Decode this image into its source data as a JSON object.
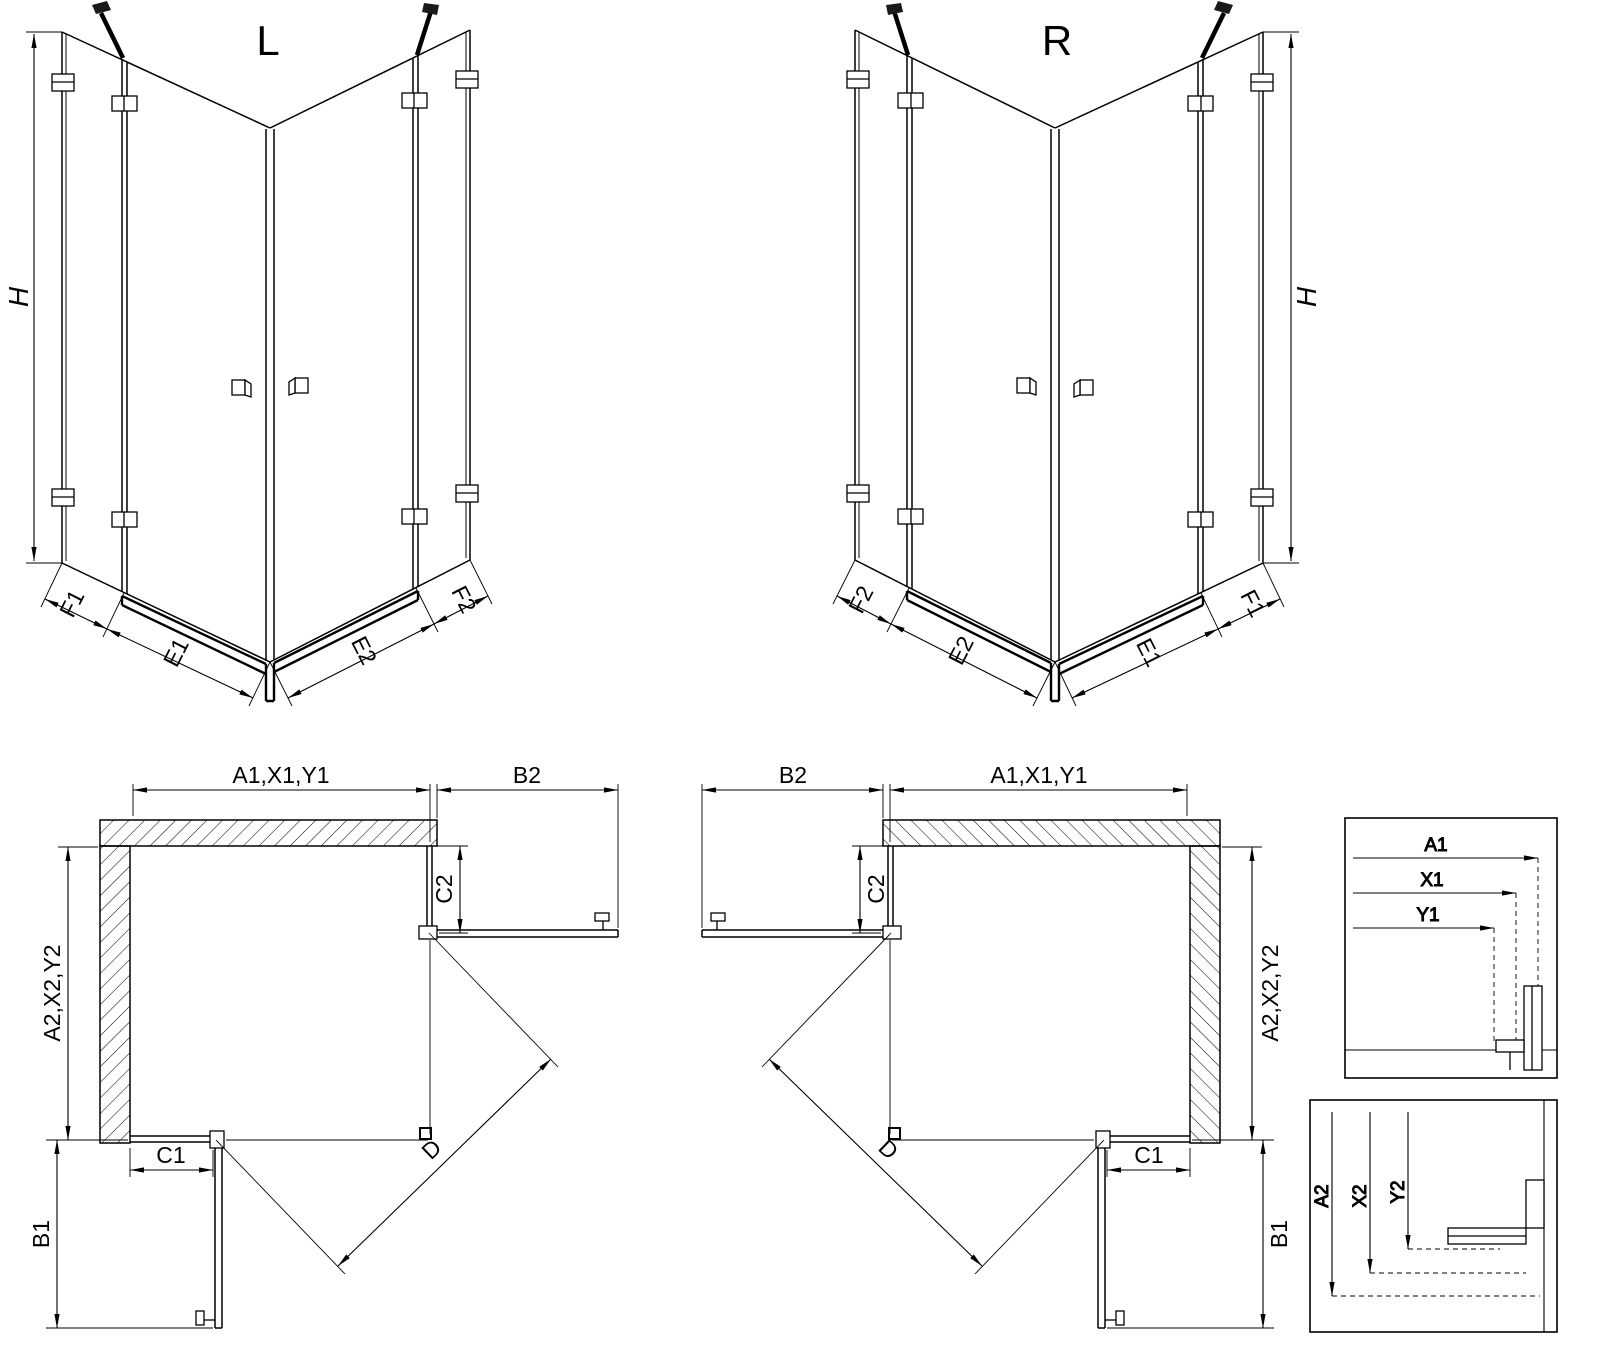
{
  "perspective_left": {
    "title": "L",
    "height": "H",
    "f1": "F1",
    "e1": "E1",
    "e2": "E2",
    "f2": "F2"
  },
  "perspective_right": {
    "title": "R",
    "height": "H",
    "f1": "F1",
    "e1": "E1",
    "e2": "E2",
    "f2": "F2"
  },
  "plan_left": {
    "width_top": "A1,X1,Y1",
    "door_reach_right": "B2",
    "depth_left": "A2,X2,Y2",
    "fixed_right": "C2",
    "fixed_bottom": "C1",
    "door_reach_bottom": "B1",
    "diagonal": "D"
  },
  "plan_right": {
    "width_top": "A1,X1,Y1",
    "door_reach_left": "B2",
    "depth_right": "A2,X2,Y2",
    "fixed_left": "C2",
    "fixed_bottom": "C1",
    "door_reach_bottom": "B1",
    "diagonal": "D"
  },
  "detail_widths": {
    "a1": "A1",
    "x1": "X1",
    "y1": "Y1"
  },
  "detail_depths": {
    "a2": "A2",
    "x2": "X2",
    "y2": "Y2"
  }
}
